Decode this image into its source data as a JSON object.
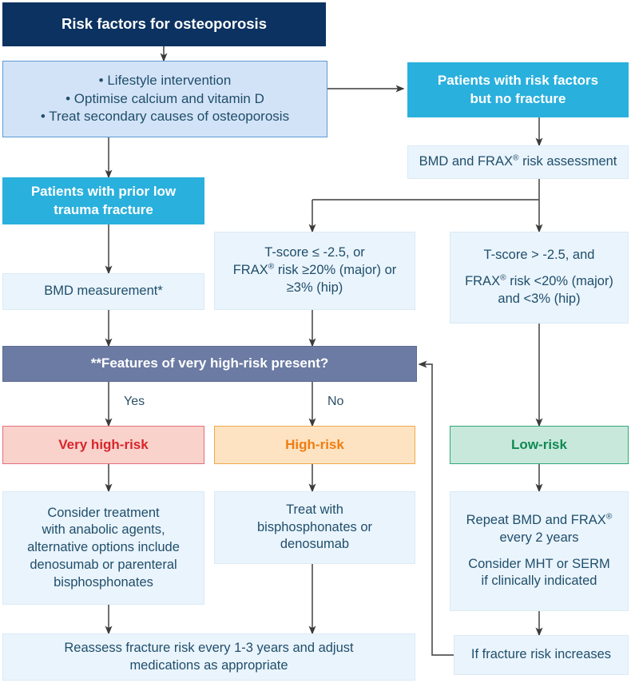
{
  "diagram": {
    "title": "Risk factors for osteoporosis",
    "type": "clinical-management-flowchart",
    "accent_colors": {
      "header_navy": "#0b3260",
      "light_blue": "#d3e3f7",
      "teal": "#29b0dd",
      "pale_blue": "#eaf4fc",
      "slate": "#6b7ba3",
      "very_high_risk_red": "#d8252b",
      "high_risk_orange": "#f07d12",
      "low_risk_green": "#0f8a52",
      "connector_gray": "#565656"
    }
  },
  "nodes": {
    "header": {
      "label": "Risk factors for osteoporosis"
    },
    "general_measures": {
      "bullets": [
        "• Lifestyle intervention",
        "• Optimise calcium and vitamin D",
        "• Treat secondary causes of osteoporosis"
      ]
    },
    "risk_no_fracture": {
      "line1": "Patients with risk factors",
      "line2": "but no fracture"
    },
    "bmd_frax_assessment": {
      "label": "BMD and FRAX® risk assessment"
    },
    "prior_fracture": {
      "line1": "Patients with prior low",
      "line2": "trauma fracture"
    },
    "bmd_measurement": {
      "label": "BMD measurement*"
    },
    "tscore_low": {
      "line1": "T-score ≤ -2.5, or",
      "line2": "FRAX® risk ≥20% (major) or",
      "line3": "≥3% (hip)"
    },
    "tscore_high": {
      "line1": "T-score > -2.5, and",
      "line2": "FRAX® risk <20% (major)",
      "line3": "and <3% (hip)"
    },
    "decision": {
      "label": "**Features of very high-risk present?"
    },
    "very_high_risk": {
      "label": "Very high-risk"
    },
    "high_risk": {
      "label": "High-risk"
    },
    "low_risk": {
      "label": "Low-risk"
    },
    "very_high_treatment": {
      "line1": "Consider treatment",
      "line2": "with anabolic agents,",
      "line3": "alternative options include",
      "line4": "denosumab or parenteral",
      "line5": "bisphosphonates"
    },
    "high_treatment": {
      "line1": "Treat with",
      "line2": "bisphosphonates or",
      "line3": "denosumab"
    },
    "low_followup": {
      "line1": "Repeat BMD and FRAX®",
      "line2": "every 2 years",
      "line3": "Consider MHT or SERM",
      "line4": "if clinically indicated"
    },
    "fracture_risk_increases": {
      "label": "If fracture risk increases"
    },
    "reassess": {
      "line1": "Reassess fracture risk every 1-3 years and adjust",
      "line2": "medications as appropriate"
    }
  },
  "edge_labels": {
    "yes": "Yes",
    "no": "No"
  }
}
